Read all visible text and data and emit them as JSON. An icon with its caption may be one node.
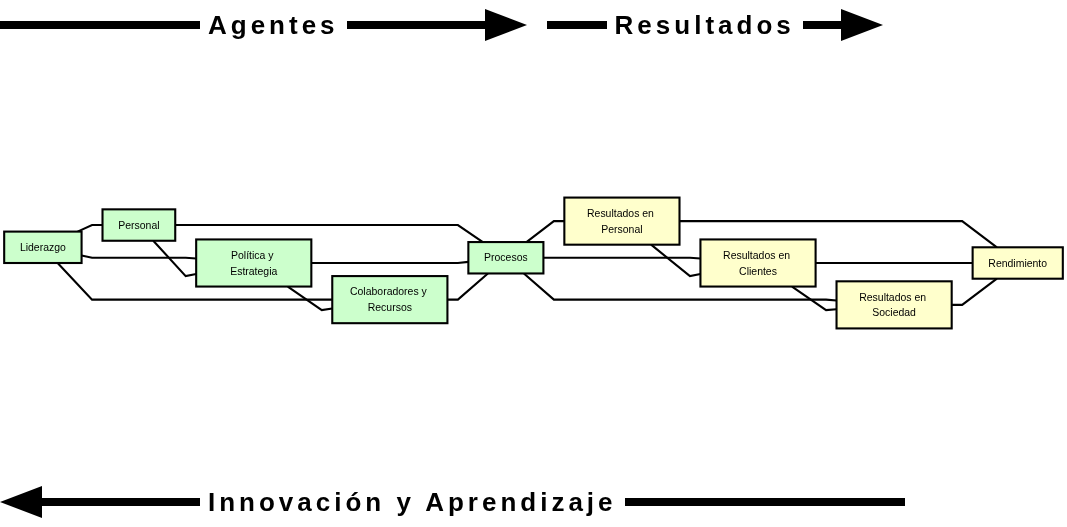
{
  "diagram": {
    "nodes": [
      {
        "text": [
          "Liderazgo"
        ]
      },
      {
        "text": [
          "Personal"
        ]
      },
      {
        "text": [
          "Política y Estrategia"
        ]
      },
      {
        "text": [
          "Colaboradores y Recursos"
        ]
      },
      {
        "text": [
          "Procesos"
        ]
      },
      {
        "text": [
          "Resultados en Personal"
        ]
      },
      {
        "text": [
          "Resultados en Clientes"
        ]
      },
      {
        "text": [
          "Resultados en Sociedad"
        ]
      },
      {
        "text": [
          "Rendimiento"
        ]
      }
    ],
    "edges": [
      {
        "from": 0,
        "to": 1,
        "arrow": "none"
      },
      {
        "from": 0,
        "to": 2,
        "arrow": "none"
      },
      {
        "from": 0,
        "to": 3,
        "arrow": "none"
      },
      {
        "from": 1,
        "to": 2,
        "arrow": "none"
      },
      {
        "from": 2,
        "to": 3,
        "arrow": "none"
      },
      {
        "from": 1,
        "to": 4,
        "arrow": "none"
      },
      {
        "from": 2,
        "to": 4,
        "arrow": "none"
      },
      {
        "from": 3,
        "to": 4,
        "arrow": "none"
      },
      {
        "from": 4,
        "to": 5,
        "arrow": "none"
      },
      {
        "from": 4,
        "to": 6,
        "arrow": "none"
      },
      {
        "from": 4,
        "to": 7,
        "arrow": "none"
      },
      {
        "from": 5,
        "to": 6,
        "arrow": "none"
      },
      {
        "from": 6,
        "to": 7,
        "arrow": "none"
      },
      {
        "from": 5,
        "to": 8,
        "arrow": "none"
      },
      {
        "from": 6,
        "to": 8,
        "arrow": "none"
      },
      {
        "from": 7,
        "to": 8,
        "arrow": "none"
      }
    ],
    "labels": [
      "Agentes",
      "Resultados",
      "Innovación y Aprendizaje"
    ]
  }
}
